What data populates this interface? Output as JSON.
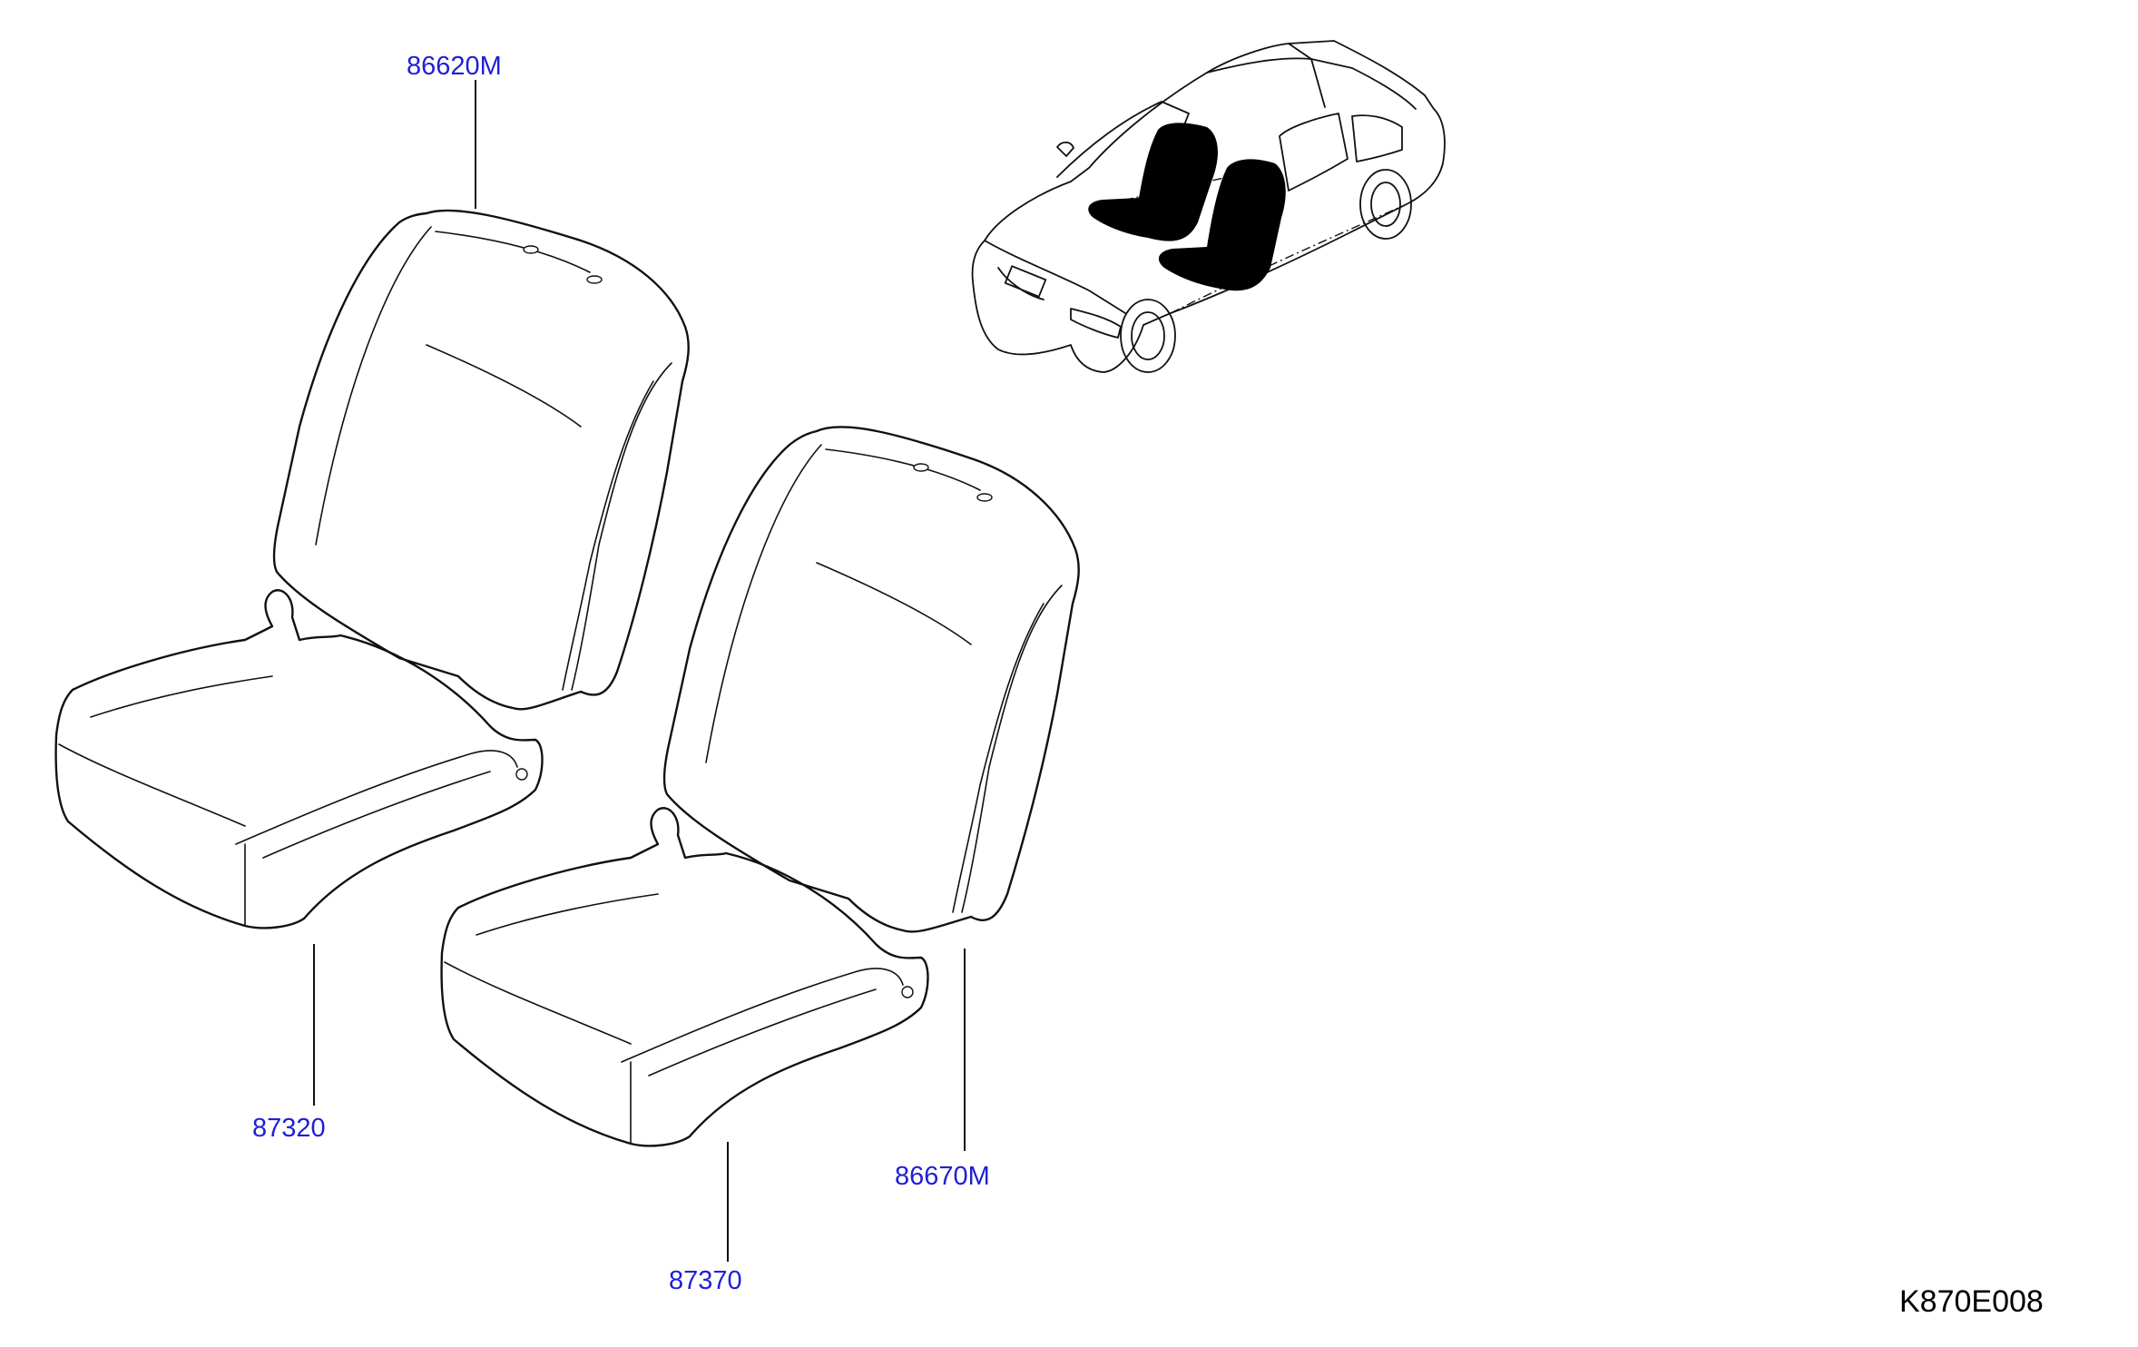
{
  "diagram": {
    "part_callouts": [
      {
        "id": "seatback-left",
        "number": "86620M"
      },
      {
        "id": "cushion-left",
        "number": "87320"
      },
      {
        "id": "cushion-right",
        "number": "87370"
      },
      {
        "id": "seatback-right",
        "number": "86670M"
      }
    ],
    "illustration_code": "K870E008",
    "colors": {
      "callout_text": "#1f1fd6",
      "linework": "#111111",
      "highlight_fill": "#000000"
    }
  }
}
